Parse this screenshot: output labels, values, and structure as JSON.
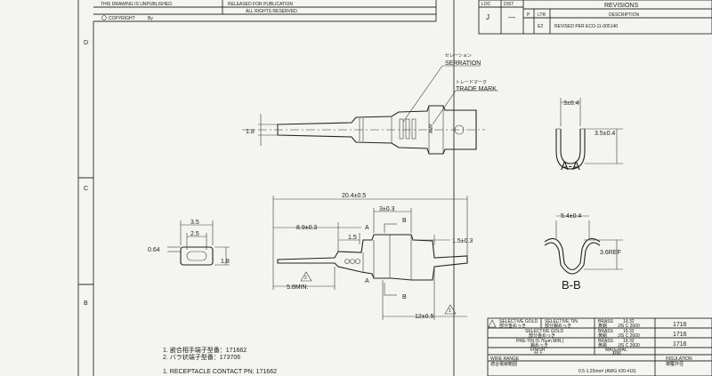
{
  "title_block": {
    "unpublished": "THIS DRAWING IS UNPUBLISHED.",
    "released": "RELEASED FOR PUBLICATION",
    "all_rights": "ALL RIGHTS RESERVED.",
    "copyright": "COPYRIGHT",
    "by": "By"
  },
  "revisions": {
    "loc_header": "LOC",
    "dist_header": "DIST",
    "loc": "J",
    "dist": "—",
    "title": "REVISIONS",
    "p_header": "P",
    "ltr_header": "LTR",
    "desc_header": "DESCRIPTION",
    "ltr": "E2",
    "desc": "REVISED PER ECO-11-005140"
  },
  "zones": {
    "d": "D",
    "c": "C",
    "b": "B"
  },
  "labels": {
    "serration_jp": "セレーション",
    "serration": "SERRATION",
    "trade_mark_jp": "トレードマーク",
    "trade_mark": "TRADE MARK",
    "stamp": "AMP",
    "top_dia": "1.8",
    "aa_w": "3±0.4",
    "aa_h": "3.5±0.4",
    "aa_title": "A-A",
    "bb_w": "5.4±0.4",
    "bb_ref": "3.6REF",
    "bb_title": "B-B",
    "overall": "20.4±0.5",
    "d89": "8.9±0.3",
    "d3": "3±0.3",
    "d15": "1.5",
    "d15b": "1.5±0.3",
    "d58": "5.8MIN.",
    "d12": "12±0.5",
    "sec_a": "A",
    "sec_b": "B",
    "ew_35": "3.5",
    "ew_25": "2.5",
    "ew_064": "0.64",
    "ew_18": "1.8",
    "flag2": "2",
    "flag1": "1"
  },
  "notes": [
    "1. 嵌合相手端子型番：171662",
    "2. バラ状端子型番：173706",
    "1. RECEPTACLE CONTACT PN: 171662"
  ],
  "finish_table": {
    "rows": [
      {
        "left_en": "SELECTIVE GOLD",
        "left_jp": "部分金めっき",
        "right_en": "SELECTIVE TIN",
        "right_jp": "部分錫めっき",
        "mat": "BRASS",
        "spec": "19.32",
        "mat_jp": "黄銅",
        "spec_jp": "JIS C 2600",
        "pn": "1716"
      },
      {
        "left_en": "SELECTIVE GOLD",
        "left_jp": "部分金めっき",
        "right_en": "",
        "right_jp": "",
        "mat": "BRASS",
        "spec": "19.32",
        "mat_jp": "黄銅",
        "spec_jp": "JIS C 2600",
        "pn": "1716"
      },
      {
        "left_en": "PRE-TIN (0.76μm MIN.)",
        "left_jp": "錫めっき",
        "right_en": "",
        "right_jp": "",
        "mat": "BRASS",
        "spec": "19.32",
        "mat_jp": "黄銅",
        "spec_jp": "JIS C 2600",
        "pn": "1716"
      }
    ],
    "finish_label": "FINISH",
    "finish_jp": "仕上",
    "material_label": "MATERIAL",
    "material_jp": "材料",
    "wire_range": "WIRE RANGE",
    "wire_range_jp": "適合電線範囲",
    "wire_value": "0.5-1.25mm² (AWG #20-#16)",
    "insulation": "INSULATION",
    "insulation_jp": "被覆外径"
  }
}
